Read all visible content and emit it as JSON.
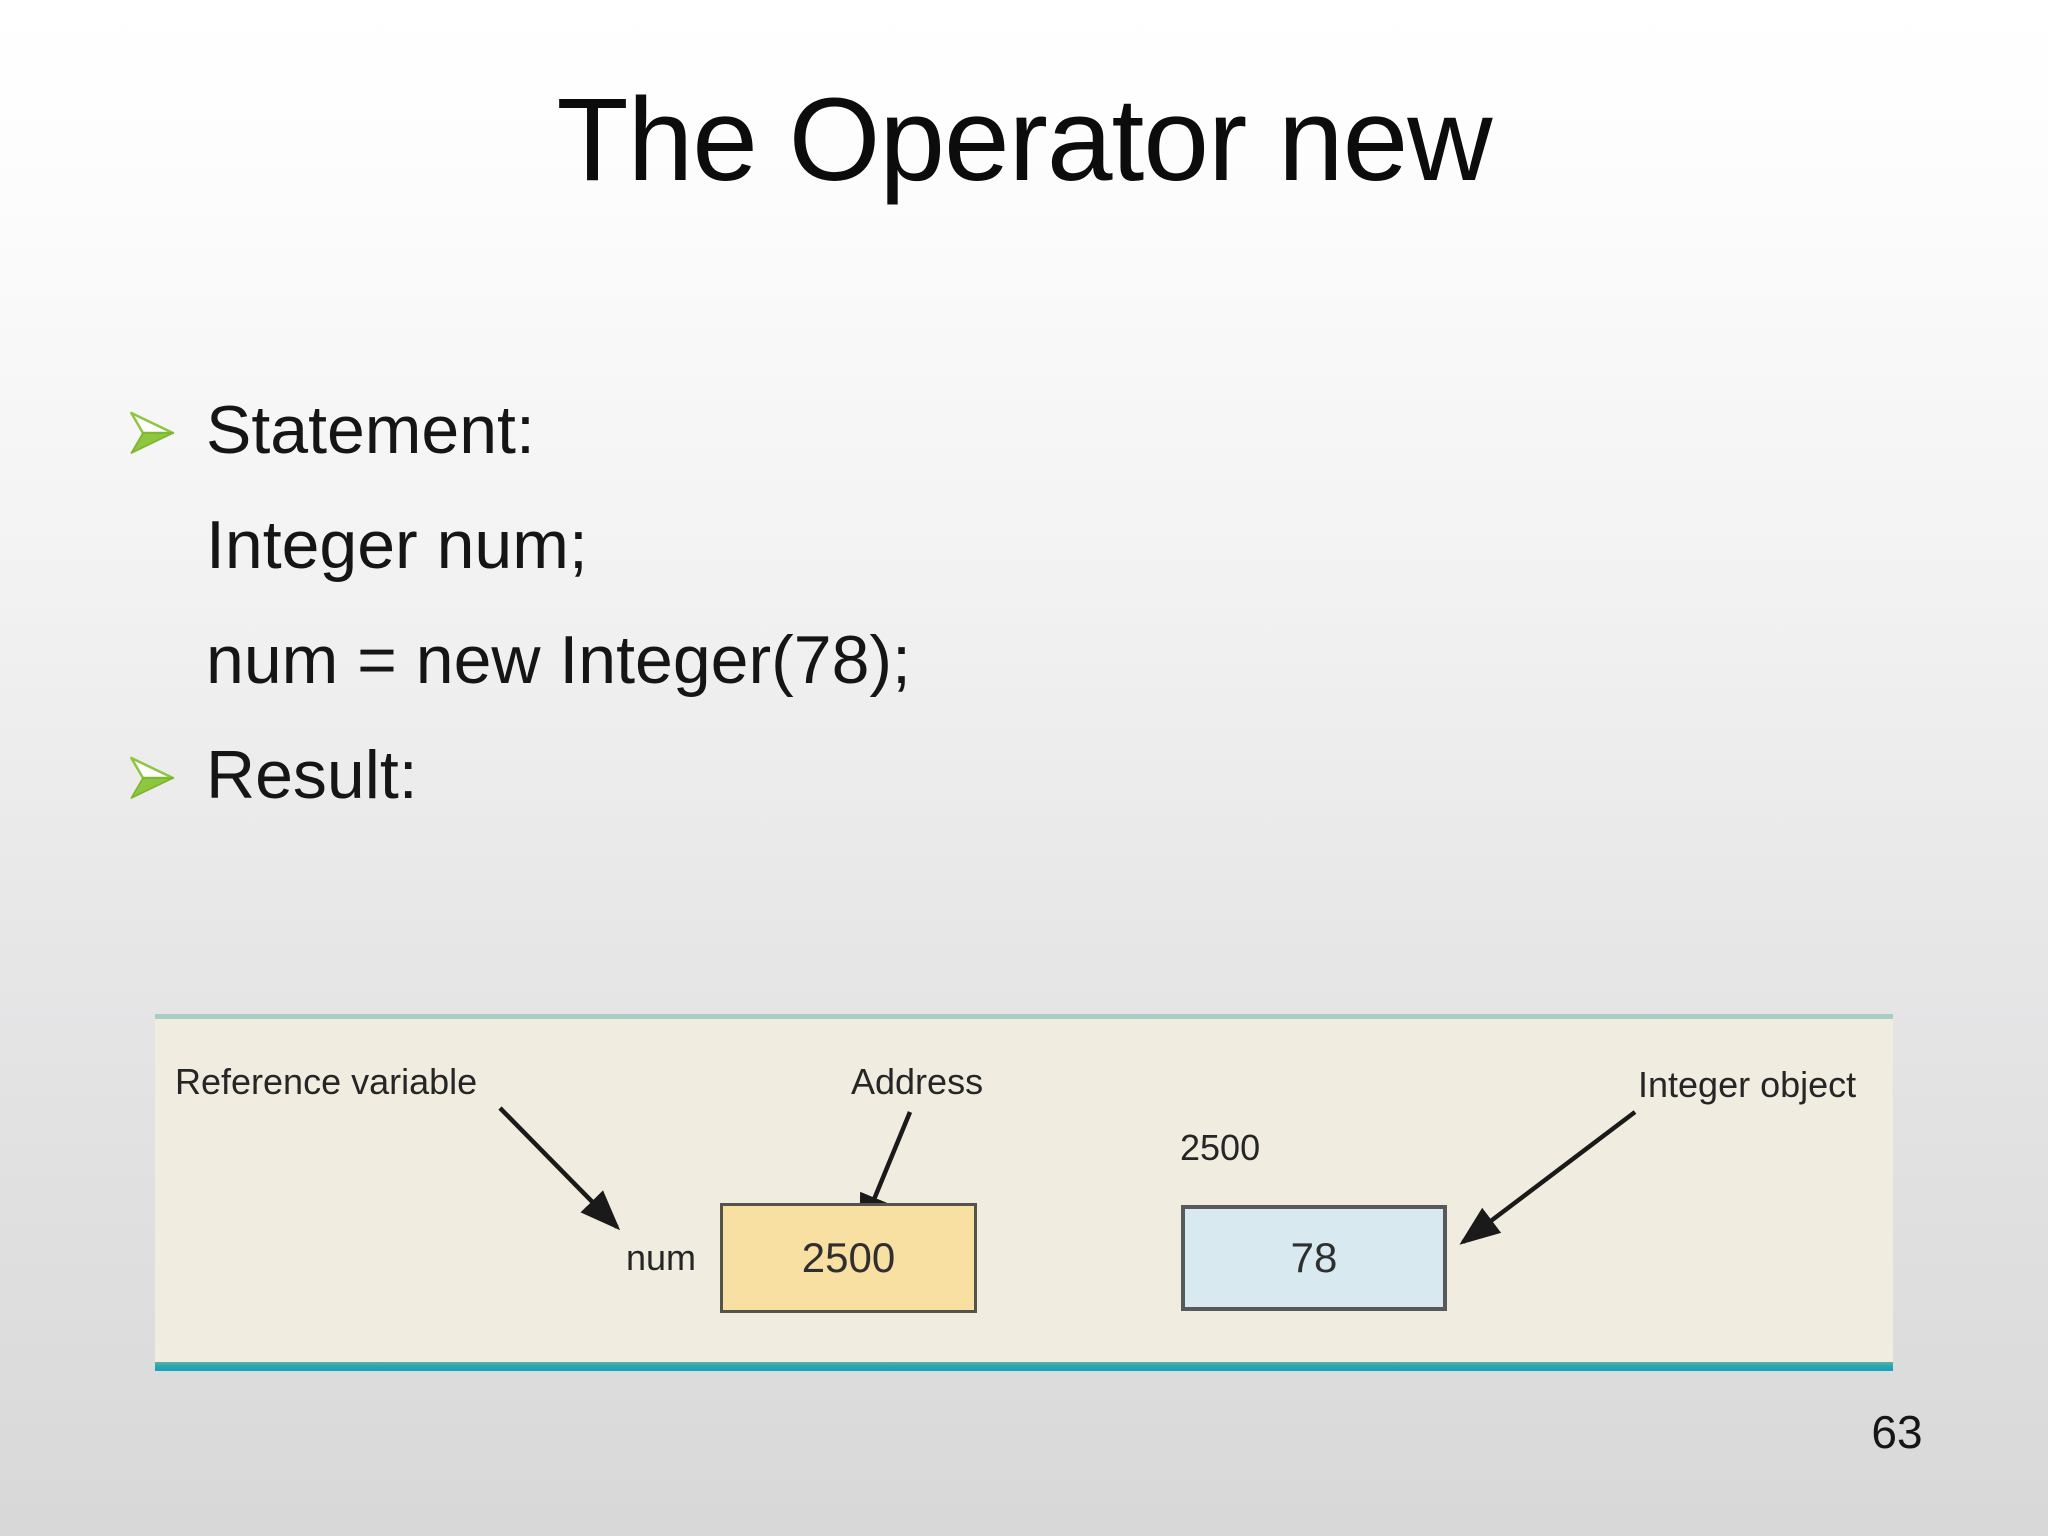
{
  "slide": {
    "title": "The Operator new",
    "page_number": "63",
    "bullets": [
      {
        "has_bullet": true,
        "text": "Statement:"
      },
      {
        "has_bullet": false,
        "text": "Integer num;"
      },
      {
        "has_bullet": false,
        "text": "num = new Integer(78);"
      },
      {
        "has_bullet": true,
        "text": "Result:"
      }
    ]
  },
  "figure": {
    "reference_variable_label": "Reference variable",
    "address_label": "Address",
    "integer_object_label": "Integer object",
    "variable_name": "num",
    "address_value_above_object": "2500",
    "reference_box_value": "2500",
    "object_box_value": "78"
  },
  "colors": {
    "bullet_green": "#8dc63f",
    "panel_beige": "#f0ede0",
    "panel_top_rule_teal": "#a9cdc5",
    "panel_bottom_rule_teal": "#14a3b8",
    "reference_box_fill": "#f8dfa2",
    "object_box_fill": "#d9e9f0",
    "background_bottom_gray": "#d8d8d8"
  }
}
